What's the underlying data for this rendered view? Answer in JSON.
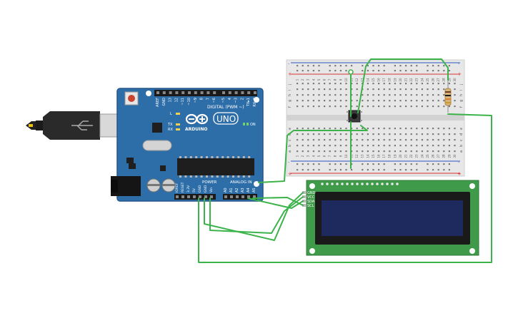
{
  "arduino": {
    "brand": "ARDUINO",
    "model": "UNO",
    "digital_label": "DIGITAL (PWM ~)",
    "power_label": "POWER",
    "analog_label": "ANALOG IN",
    "on_label": "ON",
    "led_l": "L",
    "led_tx": "TX",
    "led_rx": "RX",
    "digital_pins": [
      "AREF",
      "GND",
      "13",
      "12",
      "~11",
      "~10",
      "~9",
      "8",
      "7",
      "~6",
      "~5",
      "4",
      "~3",
      "2",
      "TX▸1",
      "RX◂0"
    ],
    "power_pins": [
      "IOREF",
      "RESET",
      "3.3V",
      "5V",
      "GND",
      "GND",
      "Vin"
    ],
    "analog_pins": [
      "A0",
      "A1",
      "A2",
      "A3",
      "A4",
      "A5"
    ],
    "board_color": "#2e6ea8"
  },
  "breadboard": {
    "row_letters_top": [
      "j",
      "i",
      "h",
      "g",
      "f"
    ],
    "row_letters_bottom": [
      "e",
      "d",
      "c",
      "b",
      "a"
    ],
    "column_numbers": [
      "1",
      "2",
      "3",
      "4",
      "5",
      "6",
      "7",
      "8",
      "9",
      "10",
      "11",
      "12",
      "13",
      "14",
      "15",
      "16",
      "17",
      "18",
      "19",
      "20",
      "21",
      "22",
      "23",
      "24",
      "25",
      "26",
      "27",
      "28",
      "29",
      "30"
    ],
    "rail_plus": "+",
    "rail_minus": "-"
  },
  "lcd": {
    "pins": [
      "GND",
      "VCC",
      "SDA",
      "SCL"
    ],
    "pcb_color": "#3f9a4a",
    "screen_color": "#1e2a5e"
  },
  "colors": {
    "wire": "#3cb34a",
    "background": "#ffffff"
  }
}
